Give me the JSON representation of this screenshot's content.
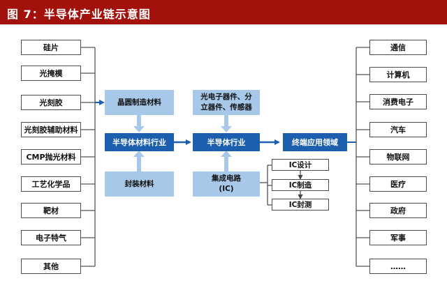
{
  "title": "图 7：半导体产业链示意图",
  "left_materials": [
    "硅片",
    "光掩模",
    "光刻胶",
    "光刻胶辅助材料",
    "CMP抛光材料",
    "工艺化学品",
    "靶材",
    "电子特气",
    "其他"
  ],
  "wafer_materials": "晶圆制造材料",
  "materials_industry": "半导体材料行业",
  "packaging_materials": "封装材料",
  "discrete_devices": "光电子器件、分立器件、传感器",
  "semiconductor_industry": "半导体行业",
  "ic": {
    "line1": "集成电路",
    "line2": "(IC)"
  },
  "ic_process": [
    "IC设计",
    "IC制造",
    "IC封测"
  ],
  "end_applications": "终端应用领域",
  "right_applications": [
    "通信",
    "计算机",
    "消费电子",
    "汽车",
    "物联网",
    "医疗",
    "政府",
    "军事",
    "……"
  ],
  "colors": {
    "title_bar": "#a3110c",
    "dark_blue": "#1c5fae",
    "light_blue": "#a8c8ea",
    "arrow_light": "#a8c8ea"
  }
}
